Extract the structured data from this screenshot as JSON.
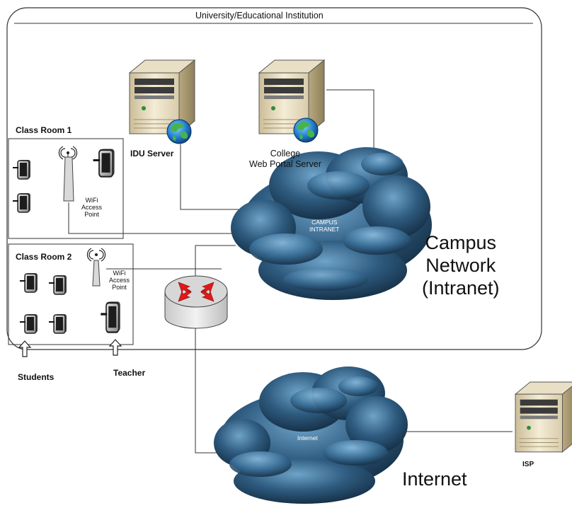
{
  "container": {
    "title": "University/Educational Institution"
  },
  "servers": {
    "idu": {
      "label": "IDU Server"
    },
    "portal": {
      "label_line1": "College",
      "label_line2": "Web Portal Server"
    },
    "isp": {
      "label": "ISP"
    }
  },
  "rooms": {
    "room1": {
      "title": "Class Room 1",
      "ap_line1": "WiFi",
      "ap_line2": "Access",
      "ap_line3": "Point"
    },
    "room2": {
      "title": "Class Room 2",
      "ap_line1": "WiFi",
      "ap_line2": "Access",
      "ap_line3": "Point"
    }
  },
  "clouds": {
    "campus": {
      "inner_line1": "CAMPUS",
      "inner_line2": "INTRANET",
      "caption_line1": "Campus",
      "caption_line2": "Network",
      "caption_line3": "(Intranet)"
    },
    "internet": {
      "inner": "Internet",
      "caption": "Internet"
    }
  },
  "people": {
    "students": "Students",
    "teacher": "Teacher"
  },
  "icons": {
    "server": "server-tower-icon",
    "globe": "globe-icon",
    "router": "router-icon",
    "tablet": "tablet-icon",
    "antenna": "wifi-antenna-icon",
    "arrow": "up-arrow-icon"
  }
}
